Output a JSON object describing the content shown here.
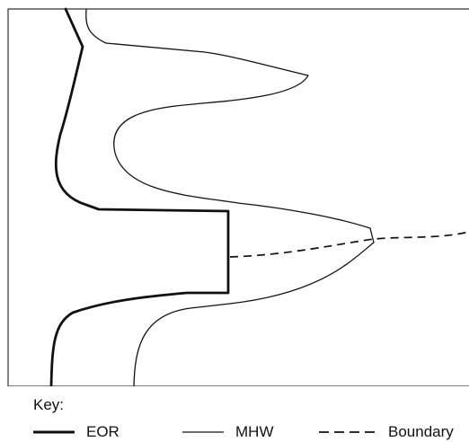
{
  "key": {
    "title": "Key:",
    "items": [
      {
        "label": "EOR",
        "line_style": "thick-solid",
        "color": "#111111"
      },
      {
        "label": "MHW",
        "line_style": "thin-solid",
        "color": "#111111"
      },
      {
        "label": "Boundary",
        "line_style": "dashed",
        "color": "#111111"
      }
    ]
  },
  "colors": {
    "background": "#ffffff",
    "line": "#111111",
    "frame": "#333333"
  }
}
